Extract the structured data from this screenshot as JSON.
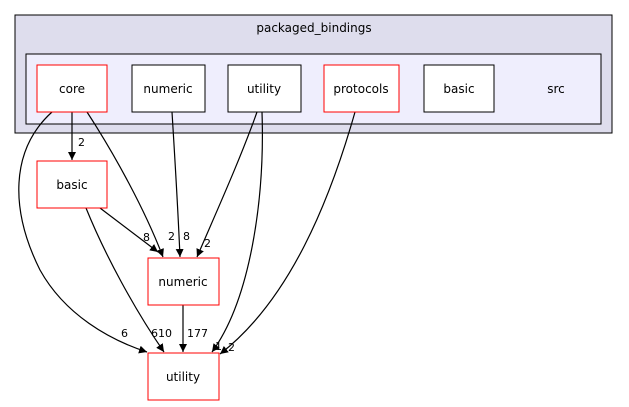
{
  "outer_cluster": {
    "label": "packaged_bindings"
  },
  "inner_cluster": {
    "label": "src"
  },
  "nodes": {
    "core": "core",
    "numeric_inner": "numeric",
    "utility_inner": "utility",
    "protocols": "protocols",
    "basic_inner": "basic",
    "basic_out": "basic",
    "numeric_out": "numeric",
    "utility_out": "utility"
  },
  "edge_labels": {
    "core_basic": "2",
    "core_numeric": "2",
    "numeric_numeric": "8",
    "utility_numeric": "2",
    "basic_numeric": "8",
    "core_utility": "6",
    "basic_utility": "610",
    "numeric_utility": "177",
    "utility_utility": "1",
    "protocols_utility": "2"
  },
  "colors": {
    "outer_fill": "#dedded",
    "inner_fill": "#efeefd",
    "highlight_border": "#ff0000",
    "normal_border": "#000000"
  }
}
